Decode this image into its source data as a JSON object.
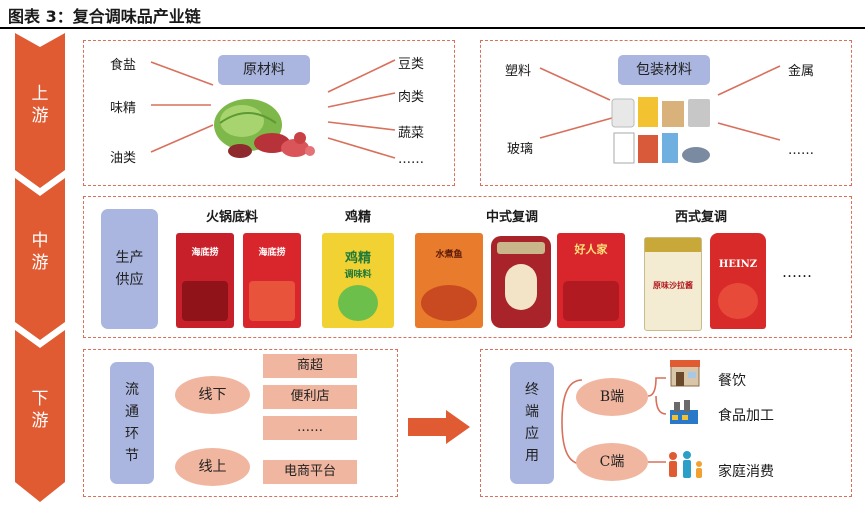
{
  "title": "图表 3：复合调味品产业链",
  "stages": {
    "upstream": "上\n游",
    "midstream": "中\n游",
    "downstream": "下\n游"
  },
  "raw_materials": {
    "heading": "原材料",
    "left": [
      "食盐",
      "味精",
      "油类"
    ],
    "right": [
      "豆类",
      "肉类",
      "蔬菜",
      "……"
    ]
  },
  "packaging": {
    "heading": "包装材料",
    "left": [
      "塑料",
      "玻璃"
    ],
    "right": [
      "金属",
      "……"
    ]
  },
  "supply": {
    "box_label": "生产\n供应",
    "categories": [
      "火锅底料",
      "鸡精",
      "中式复调",
      "西式复调"
    ],
    "more": "……",
    "product_texts": {
      "hotpot1": "海底捞",
      "hotpot2": "海底捞",
      "chicken": "鸡精",
      "chicken_sub": "调味料",
      "sichuan1": "水煮鱼",
      "sichuan3": "好人家",
      "mayo": "原味沙拉酱",
      "ketchup": "HEINZ"
    }
  },
  "circulation": {
    "box_label": "流\n通\n环\n节",
    "offline": "线下",
    "online": "线上",
    "offline_items": [
      "商超",
      "便利店",
      "……"
    ],
    "online_items": [
      "电商平台"
    ]
  },
  "terminal": {
    "box_label": "终\n端\n应\n用",
    "b_end": "B端",
    "c_end": "C端",
    "uses": [
      "餐饮",
      "食品加工",
      "家庭消费"
    ]
  },
  "colors": {
    "chevron": "#e05a32",
    "dash": "#d8705c",
    "blue": "#aab6e0",
    "pink": "#f1b6a0",
    "line": "#d8705c",
    "arrow": "#e05a32"
  }
}
